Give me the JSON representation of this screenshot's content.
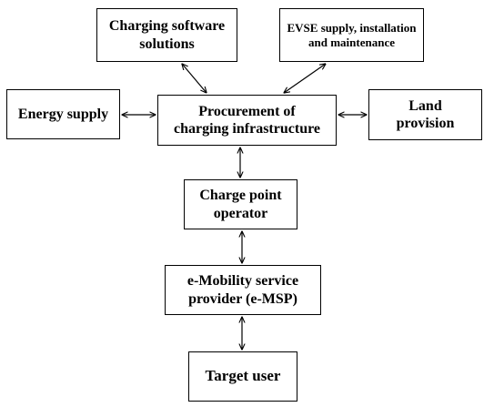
{
  "nodes": {
    "charging_software": {
      "line1": "Charging  software",
      "line2": "solutions"
    },
    "evse": {
      "line1": "EVSE supply, installation",
      "line2": "and maintenance"
    },
    "energy_supply": {
      "line1": "Energy supply"
    },
    "procurement": {
      "line1": "Procurement of",
      "line2": "charging infrastructure"
    },
    "land_provision": {
      "line1": "Land",
      "line2": "provision"
    },
    "charge_point_operator": {
      "line1": "Charge point",
      "line2": "operator"
    },
    "emsp": {
      "line1": "e-Mobility service",
      "line2": "provider (e-MSP)"
    },
    "target_user": {
      "line1": "Target user"
    }
  },
  "edges": [
    {
      "from": "procurement",
      "to": "charging_software",
      "direction": "bidirectional"
    },
    {
      "from": "procurement",
      "to": "evse",
      "direction": "bidirectional"
    },
    {
      "from": "procurement",
      "to": "energy_supply",
      "direction": "bidirectional"
    },
    {
      "from": "procurement",
      "to": "land_provision",
      "direction": "bidirectional"
    },
    {
      "from": "procurement",
      "to": "charge_point_operator",
      "direction": "bidirectional"
    },
    {
      "from": "charge_point_operator",
      "to": "emsp",
      "direction": "bidirectional"
    },
    {
      "from": "emsp",
      "to": "target_user",
      "direction": "bidirectional"
    }
  ],
  "colors": {
    "stroke": "#000000",
    "background": "#ffffff"
  }
}
